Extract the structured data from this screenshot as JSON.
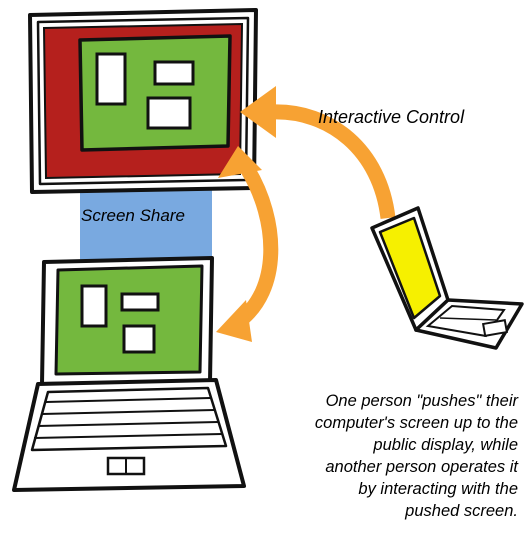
{
  "labels": {
    "interactive_control": "Interactive Control",
    "screen_share": "Screen Share"
  },
  "caption": {
    "lines": [
      "One person \"pushes\" their",
      "computer's screen up to the",
      "public display, while",
      "another person operates it",
      "by interacting with the",
      "pushed screen."
    ]
  },
  "colors": {
    "display_frame": "#b5201d",
    "screen_green": "#74b83e",
    "remote_screen_yellow": "#f6f000",
    "arrow_orange": "#f7a233",
    "arrow_blue": "#79a9e0",
    "outline": "#111111"
  },
  "icons": [
    "public-display-icon",
    "sharing-laptop-icon",
    "remote-laptop-icon",
    "screen-share-arrow-icon",
    "interactive-control-arrow-icon",
    "two-way-arrow-icon"
  ]
}
